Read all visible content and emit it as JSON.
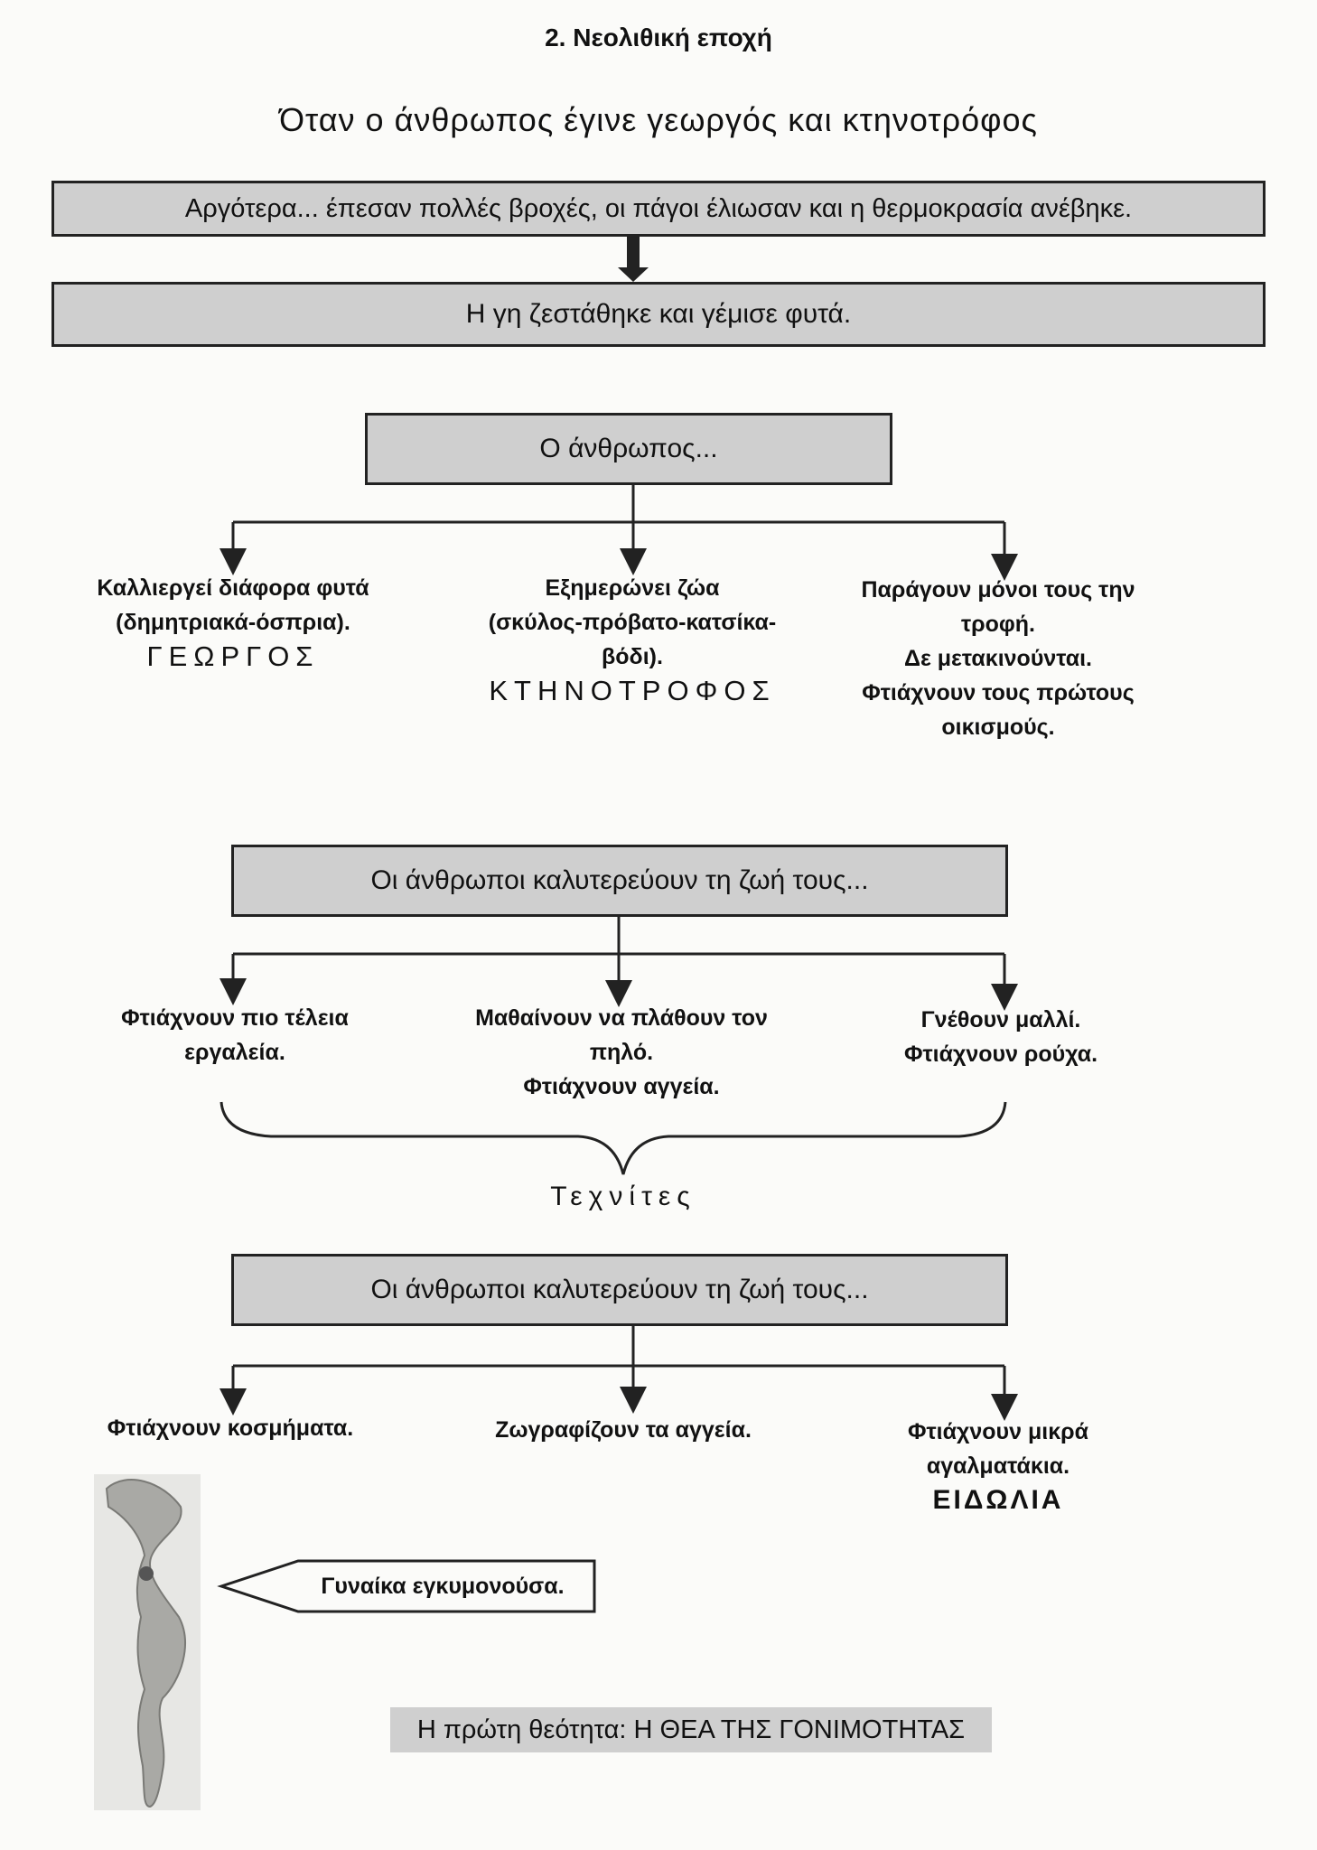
{
  "section_title": "2. Νεολιθική εποχή",
  "main_title": "Όταν ο άνθρωπος έγινε γεωργός και κτηνοτρόφος",
  "box1": "Αργότερα... έπεσαν πολλές βροχές, οι πάγοι έλιωσαν και η θερμοκρασία ανέβηκε.",
  "box2": "Η γη ζεστάθηκε και γέμισε φυτά.",
  "box3": "Ο άνθρωπος...",
  "group1": {
    "left": {
      "line1": "Καλλιεργεί διάφορα φυτά",
      "line2": "(δημητριακά-όσπρια).",
      "label": "ΓΕΩΡΓΟΣ"
    },
    "middle": {
      "line1": "Εξημερώνει ζώα",
      "line2": "(σκύλος-πρόβατο-κατσίκα-",
      "line3": "βόδι).",
      "label": "ΚΤΗΝΟΤΡΟΦΟΣ"
    },
    "right": {
      "line1": "Παράγουν μόνοι τους την",
      "line2": "τροφή.",
      "line3": "Δε μετακινούνται.",
      "line4": "Φτιάχνουν τους πρώτους",
      "line5": "οικισμούς."
    }
  },
  "box4": "Οι άνθρωποι καλυτερεύουν τη ζωή τους...",
  "group2": {
    "left": {
      "line1": "Φτιάχνουν πιο τέλεια",
      "line2": "εργαλεία."
    },
    "middle": {
      "line1": "Μαθαίνουν να πλάθουν τον",
      "line2": "πηλό.",
      "line3": "Φτιάχνουν αγγεία."
    },
    "right": {
      "line1": "Γνέθουν μαλλί.",
      "line2": "Φτιάχνουν ρούχα."
    }
  },
  "brace_label": "Τεχνίτες",
  "box5": "Οι άνθρωποι καλυτερεύουν τη ζωή τους...",
  "group3": {
    "left": {
      "line1": "Φτιάχνουν κοσμήματα."
    },
    "middle": {
      "line1": "Ζωγραφίζουν τα αγγεία."
    },
    "right": {
      "line1": "Φτιάχνουν μικρά",
      "line2": "αγαλματάκια.",
      "label": "ΕΙΔΩΛΙΑ"
    }
  },
  "callout": "Γυναίκα εγκυμονούσα.",
  "deity": "Η πρώτη θεότητα: Η ΘΕΑ ΤΗΣ ΓΟΝΙΜΟΤΗΤΑΣ"
}
